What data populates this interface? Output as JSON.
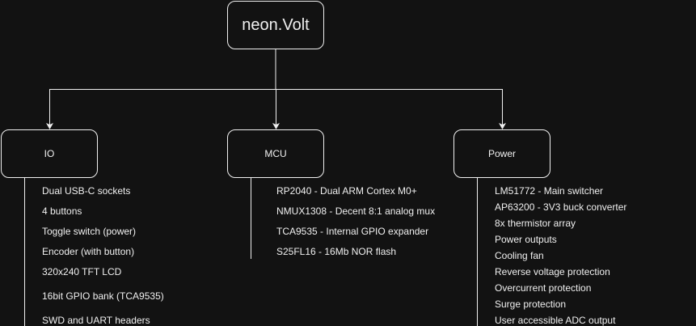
{
  "root": {
    "label": "neon.Volt"
  },
  "branches": [
    {
      "label": "IO",
      "items": [
        "Dual USB-C sockets",
        "4 buttons",
        "Toggle switch (power)",
        "Encoder (with button)",
        "320x240 TFT LCD",
        "16bit GPIO bank (TCA9535)",
        "SWD and UART headers"
      ]
    },
    {
      "label": "MCU",
      "items": [
        "RP2040 - Dual ARM Cortex M0+",
        "NMUX1308 - Decent 8:1 analog mux",
        "TCA9535 - Internal GPIO expander",
        "S25FL16 - 16Mb NOR flash"
      ]
    },
    {
      "label": "Power",
      "items": [
        "LM51772 - Main switcher",
        "AP63200 - 3V3 buck converter",
        "8x thermistor array",
        "Power outputs",
        "Cooling fan",
        "Reverse voltage protection",
        "Overcurrent protection",
        "Surge protection",
        "User accessible ADC output"
      ]
    }
  ],
  "colors": {
    "background": "#121212",
    "stroke": "#f0f0f0",
    "text": "#f0f0f0"
  }
}
